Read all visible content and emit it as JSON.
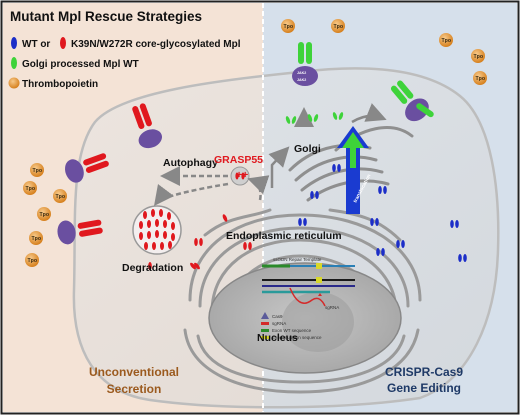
{
  "title": "Mutant Mpl Rescue Strategies",
  "legend": [
    {
      "text": "WT or",
      "icon": "blue-receptor-icon",
      "color": "#1c2ec8"
    },
    {
      "text": "K39N/W272R core-glycosylated Mpl",
      "icon": "red-receptor-icon",
      "color": "#e0181e"
    },
    {
      "text": "Golgi processed Mpl WT",
      "icon": "green-receptor-icon",
      "color": "#3ed33a"
    },
    {
      "text": "Thrombopoietin",
      "icon": "tpo-ball-icon",
      "color": "#e89a33"
    }
  ],
  "labels": {
    "autophagy": "Autophagy",
    "grasp55": "GRASP55",
    "plusplus": "++",
    "degradation": "Degradation",
    "er": "Endoplasmic reticulum",
    "golgi": "Golgi",
    "nucleus": "Nucleus",
    "translocation": "translocation",
    "left_section": "Unconventional Secretion",
    "right_section": "CRISPR-Cas9 Gene Editing"
  },
  "chromosome": {
    "template_label": "ssODN Repair Template",
    "legend": [
      {
        "text": "Cas9",
        "color": "#5b5b9a"
      },
      {
        "text": "sgRNA",
        "color": "#d42a2a"
      },
      {
        "text": "Exon WT sequence",
        "color": "#2a8a2a"
      },
      {
        "text": "Exon mutation sequence",
        "color": "#d8d82a"
      }
    ]
  },
  "tpo_label": "Tpo",
  "jak_labels": [
    "JAK2",
    "JAK2"
  ],
  "colors": {
    "left_bg": "#f4e3d6",
    "right_bg": "#d6e0eb",
    "cell": "#dcdcdc",
    "left_section_text": "#9b5a1e",
    "right_section_text": "#1f3a67",
    "wt": "#1c2ec8",
    "mutant": "#e0181e",
    "golgi_processed": "#3ed33a",
    "tpo": "#e89a33",
    "jak": "#6a4fa0"
  }
}
